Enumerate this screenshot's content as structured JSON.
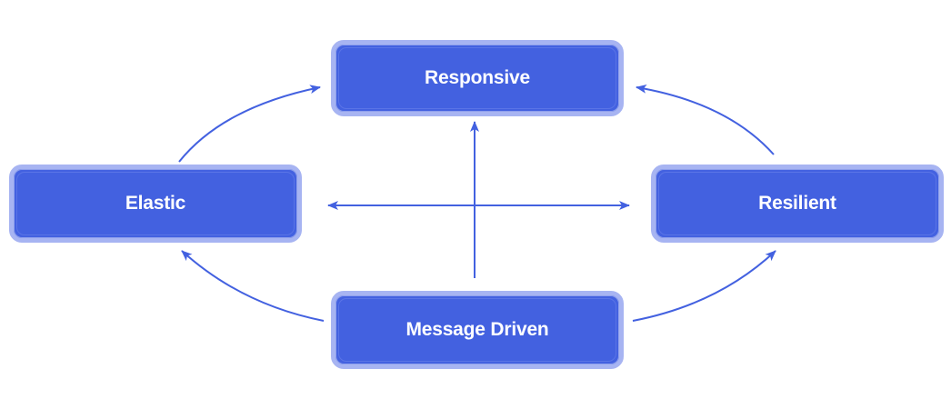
{
  "diagram": {
    "nodes": {
      "responsive": {
        "label": "Responsive"
      },
      "elastic": {
        "label": "Elastic"
      },
      "resilient": {
        "label": "Resilient"
      },
      "message_driven": {
        "label": "Message Driven"
      }
    },
    "edges": [
      {
        "from": "Elastic",
        "to": "Responsive"
      },
      {
        "from": "Resilient",
        "to": "Responsive"
      },
      {
        "from": "Message Driven",
        "to": "Responsive"
      },
      {
        "from": "Message Driven",
        "to": "Elastic"
      },
      {
        "from": "Message Driven",
        "to": "Resilient"
      },
      {
        "from": "Elastic",
        "to": "Resilient",
        "bidirectional": true
      }
    ],
    "colors": {
      "node_fill": "#4361e0",
      "node_border": "#a7b4f2",
      "edge": "#4361e0",
      "label": "#ffffff"
    }
  }
}
